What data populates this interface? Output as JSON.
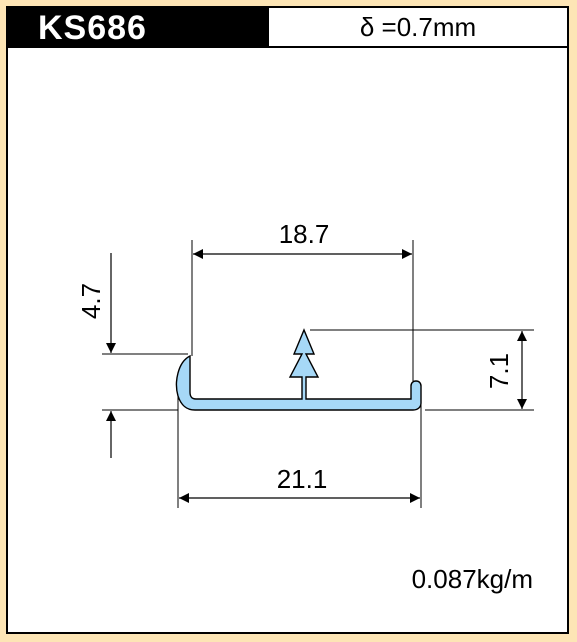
{
  "header": {
    "code": "KS686",
    "thickness": "δ =0.7mm"
  },
  "dimensions": {
    "inner_width": "18.7",
    "outer_width": "21.1",
    "lip_height": "4.7",
    "total_height": "7.1"
  },
  "weight": "0.087kg/m",
  "colors": {
    "background": "#fde5b5",
    "profile_fill": "#a6d8f7",
    "ink": "#000000"
  }
}
